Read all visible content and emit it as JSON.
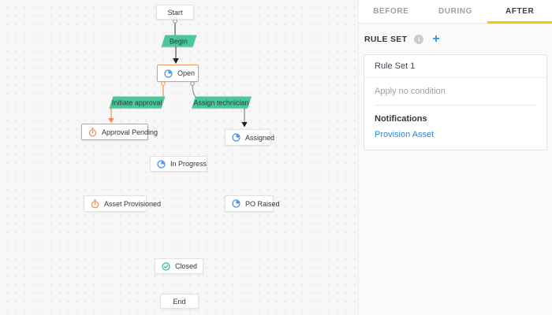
{
  "diagram": {
    "nodes": [
      {
        "id": "start",
        "label": "Start",
        "icon": null,
        "accent": "none"
      },
      {
        "id": "open",
        "label": "Open",
        "icon": "clock-icon-blue",
        "accent": "orange"
      },
      {
        "id": "approval-pending",
        "label": "Approval Pending",
        "icon": "stopwatch-icon-orange",
        "accent": "orange"
      },
      {
        "id": "assigned",
        "label": "Assigned",
        "icon": "clock-icon-blue",
        "accent": "none"
      },
      {
        "id": "in-progress",
        "label": "In Progress",
        "icon": "clock-icon-blue",
        "accent": "none"
      },
      {
        "id": "asset-provisioned",
        "label": "Asset Provisioned",
        "icon": "stopwatch-icon-orange",
        "accent": "none"
      },
      {
        "id": "po-raised",
        "label": "PO Raised",
        "icon": "clock-icon-blue",
        "accent": "none"
      },
      {
        "id": "closed",
        "label": "Closed",
        "icon": "check-icon-green",
        "accent": "none"
      },
      {
        "id": "end",
        "label": "End",
        "icon": null,
        "accent": "none"
      }
    ],
    "transitions": [
      {
        "id": "begin",
        "label": "Begin"
      },
      {
        "id": "initiate-approval",
        "label": "Initiate approval"
      },
      {
        "id": "assign-technician",
        "label": "Assign technician"
      }
    ]
  },
  "panel": {
    "tabs": [
      {
        "label": "BEFORE",
        "active": false
      },
      {
        "label": "DURING",
        "active": false
      },
      {
        "label": "AFTER",
        "active": true
      }
    ],
    "ruleset": {
      "title": "RULE SET",
      "info_glyph": "i",
      "add_glyph": "+"
    },
    "card": {
      "title": "Rule Set 1",
      "condition": "Apply no condition",
      "notifications_label": "Notifications",
      "actions": [
        {
          "label": "Provision Asset"
        }
      ]
    }
  },
  "colors": {
    "transition_green": "#4cc79c",
    "accent_orange": "#f0995f",
    "tab_underline_yellow": "#fdc500",
    "icon_blue": "#4a90e2",
    "icon_orange": "#ee8c4a",
    "icon_green": "#3cb878",
    "link_blue": "#2c87e8"
  }
}
